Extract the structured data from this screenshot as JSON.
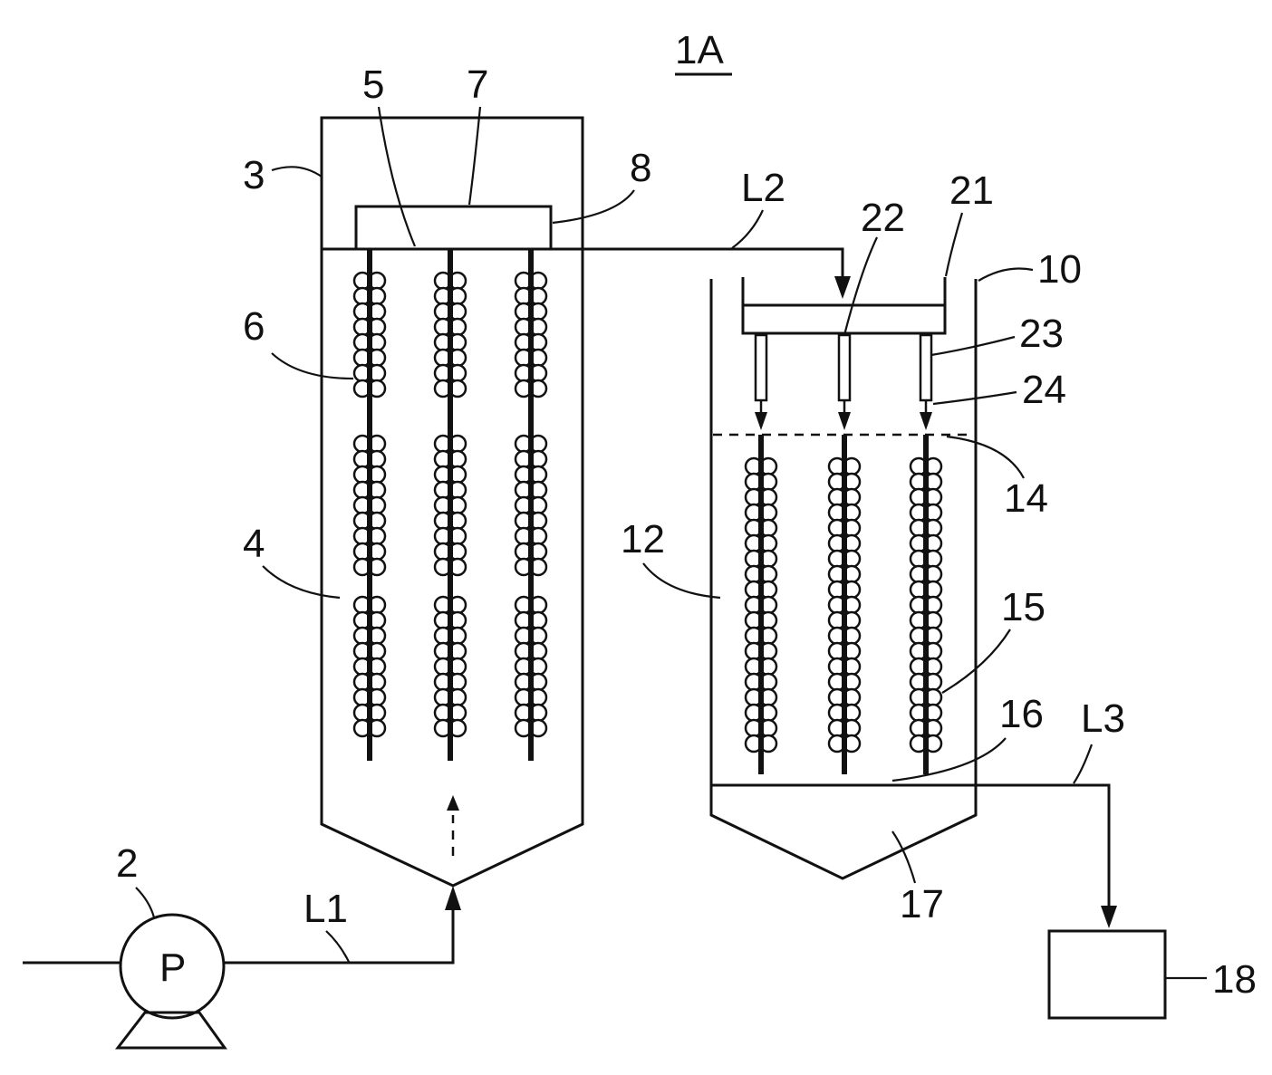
{
  "figure": {
    "title": "1A",
    "pump_letter": "P"
  },
  "labels": {
    "n1A": "1A",
    "n2": "2",
    "n3": "3",
    "n4": "4",
    "n5": "5",
    "n6": "6",
    "n7": "7",
    "n8": "8",
    "n10": "10",
    "n12": "12",
    "n14": "14",
    "n15": "15",
    "n16": "16",
    "n17": "17",
    "n18": "18",
    "n21": "21",
    "n22": "22",
    "n23": "23",
    "n24": "24",
    "L1": "L1",
    "L2": "L2",
    "L3": "L3"
  },
  "left_reactor": {
    "rod_count": 3,
    "bead_segments": 3
  },
  "right_reactor": {
    "rod_count": 3,
    "nozzle_count": 3
  }
}
